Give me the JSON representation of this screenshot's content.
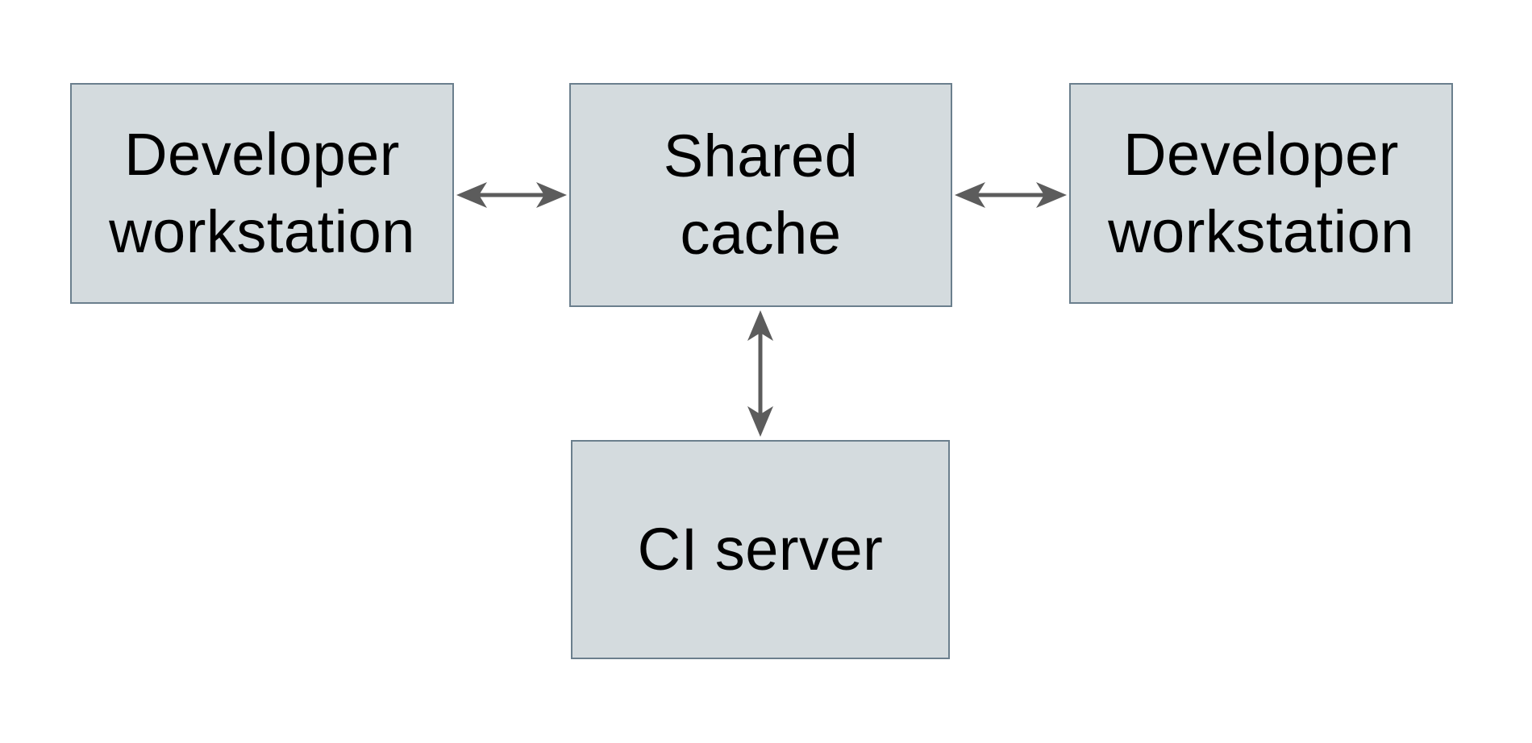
{
  "theme": {
    "background_color": "#ffffff",
    "box_fill_color": "#d4dbde",
    "box_border_color": "#6b7f8d",
    "arrow_color": "#5c5c5c",
    "text_color": "#000000"
  },
  "diagram": {
    "type": "architecture-diagram",
    "nodes": {
      "dev_workstation_left": {
        "label": "Developer workstation",
        "line1": "Developer",
        "line2": "workstation"
      },
      "shared_cache": {
        "label": "Shared cache",
        "line1": "Shared",
        "line2": "cache"
      },
      "dev_workstation_right": {
        "label": "Developer workstation",
        "line1": "Developer",
        "line2": "workstation"
      },
      "ci_server": {
        "label": "CI server",
        "line1": "CI server"
      }
    },
    "edges": [
      {
        "from": "Developer workstation (left)",
        "to": "Shared cache",
        "direction": "bidirectional",
        "style": "double-headed arrow"
      },
      {
        "from": "Shared cache",
        "to": "Developer workstation (right)",
        "direction": "bidirectional",
        "style": "double-headed arrow"
      },
      {
        "from": "Shared cache",
        "to": "CI server",
        "direction": "bidirectional",
        "style": "double-headed arrow"
      }
    ]
  }
}
